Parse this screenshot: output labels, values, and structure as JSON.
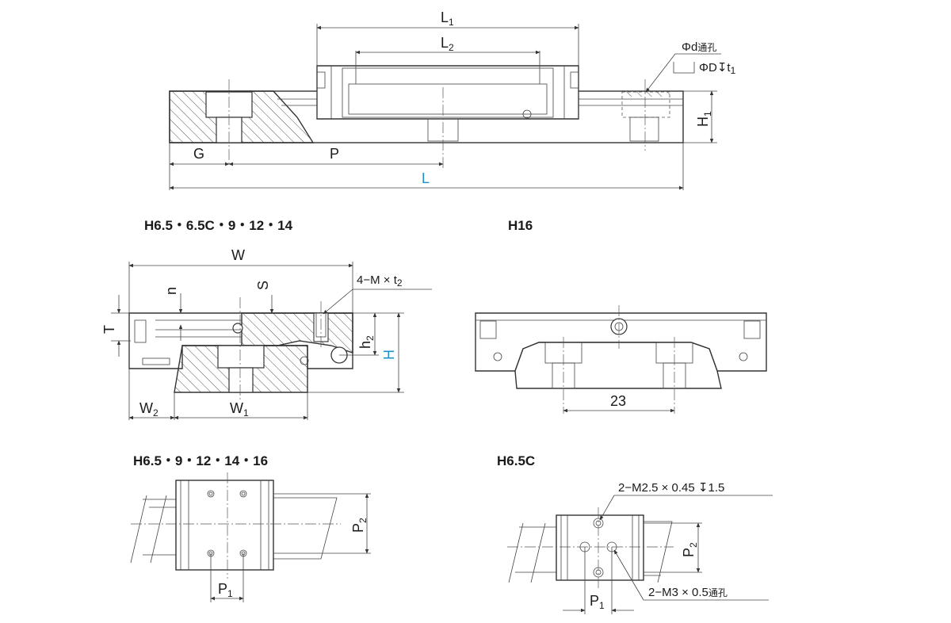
{
  "colors": {
    "line": "#333333",
    "accent": "#1e90c8",
    "background": "#ffffff"
  },
  "top_view": {
    "L1": {
      "base": "L",
      "sub": "1"
    },
    "L2": {
      "base": "L",
      "sub": "2"
    },
    "hole_note_1": {
      "symbol": "Φd",
      "text": "通孔"
    },
    "hole_note_2": {
      "symbol": "ΦD",
      "depth": "↧t",
      "sub": "1"
    },
    "H1": {
      "base": "H",
      "sub": "1"
    },
    "G": "G",
    "P": "P",
    "L": "L"
  },
  "section_std": {
    "title": "H6.5・6.5C・9・12・14",
    "W": "W",
    "n": "n",
    "S": "S",
    "T": "T",
    "tap": {
      "text": "4−M × t",
      "sub": "2"
    },
    "h2": {
      "base": "h",
      "sub": "2"
    },
    "H": "H",
    "W2": {
      "base": "W",
      "sub": "2"
    },
    "W1": {
      "base": "W",
      "sub": "1"
    }
  },
  "section_h16": {
    "title": "H16",
    "dim_23": "23"
  },
  "plan_std": {
    "title": "H6.5・9・12・14・16",
    "P2": {
      "base": "P",
      "sub": "2"
    },
    "P1": {
      "base": "P",
      "sub": "1"
    }
  },
  "plan_c": {
    "title": "H6.5C",
    "note_top": "2−M2.5 × 0.45 ↧1.5",
    "note_bottom": {
      "text": "2−M3 × 0.5",
      "suffix": "通孔"
    },
    "P2": {
      "base": "P",
      "sub": "2"
    },
    "P1": {
      "base": "P",
      "sub": "1"
    }
  }
}
